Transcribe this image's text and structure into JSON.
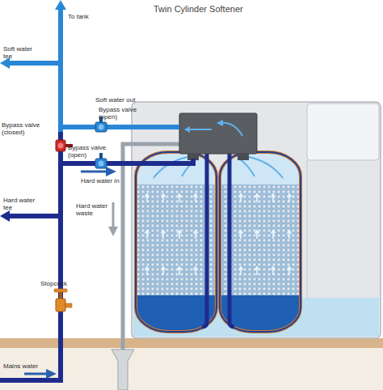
{
  "diagram": {
    "title": "Twin Cylinder Softener",
    "labels": [
      "To tank",
      "Soft water tee",
      "Soft water out",
      "Bypass valve (open)",
      "Bypass valve (closed)",
      "Bypass valve (open)",
      "Hard water in",
      "Hard water tee",
      "Hard water waste",
      "Stopcock",
      "Mains water"
    ]
  }
}
